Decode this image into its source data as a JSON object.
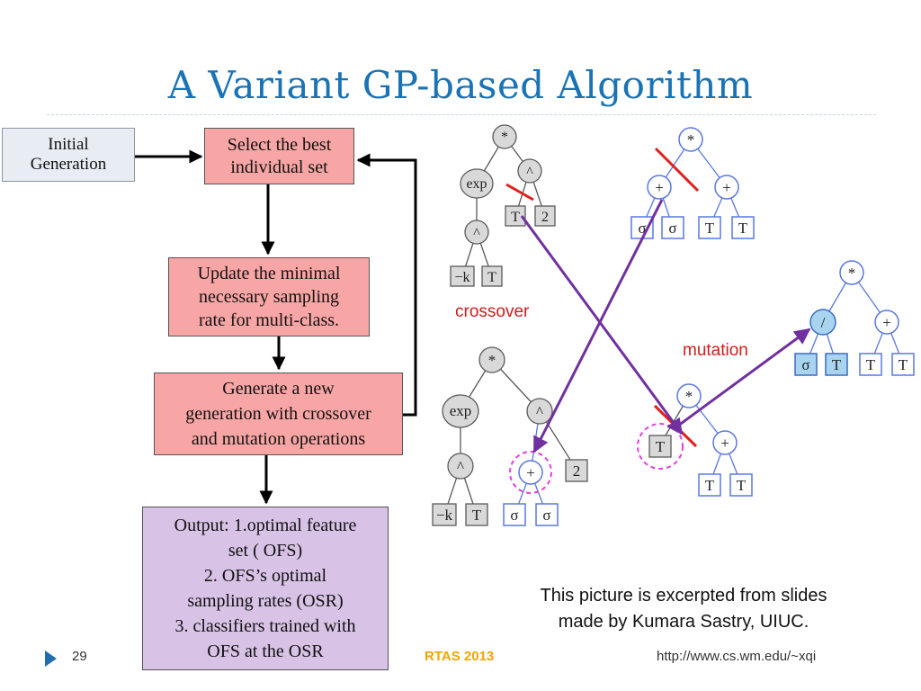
{
  "slide": {
    "title": "A Variant GP-based Algorithm",
    "page_number": "29",
    "conference": "RTAS 2013",
    "url": "http://www.cs.wm.edu/~xqi"
  },
  "flowchart": {
    "initial": "Initial\nGeneration",
    "select": "Select the best\nindividual set",
    "update": "Update the minimal\nnecessary sampling\nrate for multi-class.",
    "generate": "Generate a new\ngeneration with crossover\nand mutation operations",
    "output": "Output: 1.optimal feature\nset ( OFS)\n2. OFS’s optimal\nsampling rates (OSR)\n3. classifiers trained with\nOFS at the OSR"
  },
  "gp": {
    "crossover_label": "crossover",
    "mutation_label": "mutation",
    "symbols": {
      "mul": "*",
      "exp": "exp",
      "pow": "^",
      "neg_k": "−k",
      "T": "T",
      "two": "2",
      "plus": "+",
      "sigma": "σ",
      "div": "/"
    }
  },
  "credit": "This picture is excerpted from slides\nmade by Kumara Sastry, UIUC.",
  "colors": {
    "title": "#1a73b5",
    "box_pink": "#f8a5a5",
    "box_purple": "#d8c2e6",
    "arrow_purple": "#7030a0",
    "cut_red": "#e0201b",
    "highlight_magenta": "#e040e0",
    "node_blue_fill": "#a8d4f0",
    "footer_accent": "#f0a500"
  }
}
